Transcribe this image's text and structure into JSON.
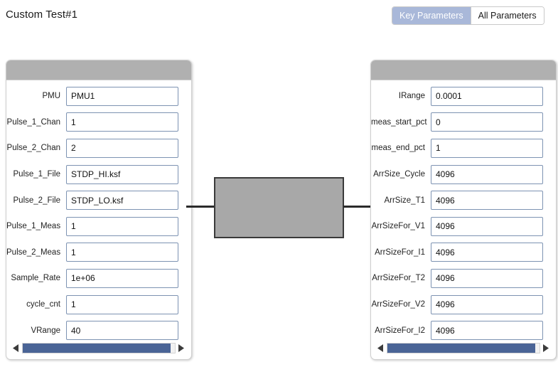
{
  "header": {
    "title": "Custom Test#1",
    "toggle": {
      "options": [
        {
          "label": "Key Parameters",
          "active": true
        },
        {
          "label": "All Parameters",
          "active": false
        }
      ]
    }
  },
  "colors": {
    "active_toggle_bg": "#a9b8d9",
    "panel_header_bg": "#b0b0b0",
    "input_border": "#7d93b2",
    "scrollbar_thumb": "#4a6496",
    "dut_fill": "#a8a8a8",
    "dut_border": "#3a3a3a"
  },
  "left_panel": {
    "name": "pmu-key-parameters-panel",
    "fields": [
      {
        "label": "PMU",
        "value": "PMU1"
      },
      {
        "label": "Pulse_1_Chan",
        "value": "1"
      },
      {
        "label": "Pulse_2_Chan",
        "value": "2"
      },
      {
        "label": "Pulse_1_File",
        "value": "STDP_HI.ksf"
      },
      {
        "label": "Pulse_2_File",
        "value": "STDP_LO.ksf"
      },
      {
        "label": "Pulse_1_Meas",
        "value": "1"
      },
      {
        "label": "Pulse_2_Meas",
        "value": "1"
      },
      {
        "label": "Sample_Rate",
        "value": "1e+06"
      },
      {
        "label": "cycle_cnt",
        "value": "1"
      },
      {
        "label": "VRange",
        "value": "40"
      }
    ],
    "scrollbar": {
      "left_arrow": "scroll-left-icon",
      "right_arrow": "scroll-right-icon"
    }
  },
  "right_panel": {
    "name": "measurement-key-parameters-panel",
    "fields": [
      {
        "label": "IRange",
        "value": "0.0001"
      },
      {
        "label": "meas_start_pct",
        "value": "0"
      },
      {
        "label": "meas_end_pct",
        "value": "1"
      },
      {
        "label": "ArrSize_Cycle",
        "value": "4096"
      },
      {
        "label": "ArrSize_T1",
        "value": "4096"
      },
      {
        "label": "ArrSizeFor_V1",
        "value": "4096"
      },
      {
        "label": "ArrSizeFor_I1",
        "value": "4096"
      },
      {
        "label": "ArrSizeFor_T2",
        "value": "4096"
      },
      {
        "label": "ArrSizeFor_V2",
        "value": "4096"
      },
      {
        "label": "ArrSizeFor_I2",
        "value": "4096"
      }
    ],
    "scrollbar": {
      "left_arrow": "scroll-left-icon",
      "right_arrow": "scroll-right-icon"
    }
  },
  "diagram": {
    "name": "device-under-test-diagram",
    "dut_label": "",
    "left_lead": "terminal-lead-left",
    "right_lead": "terminal-lead-right"
  }
}
